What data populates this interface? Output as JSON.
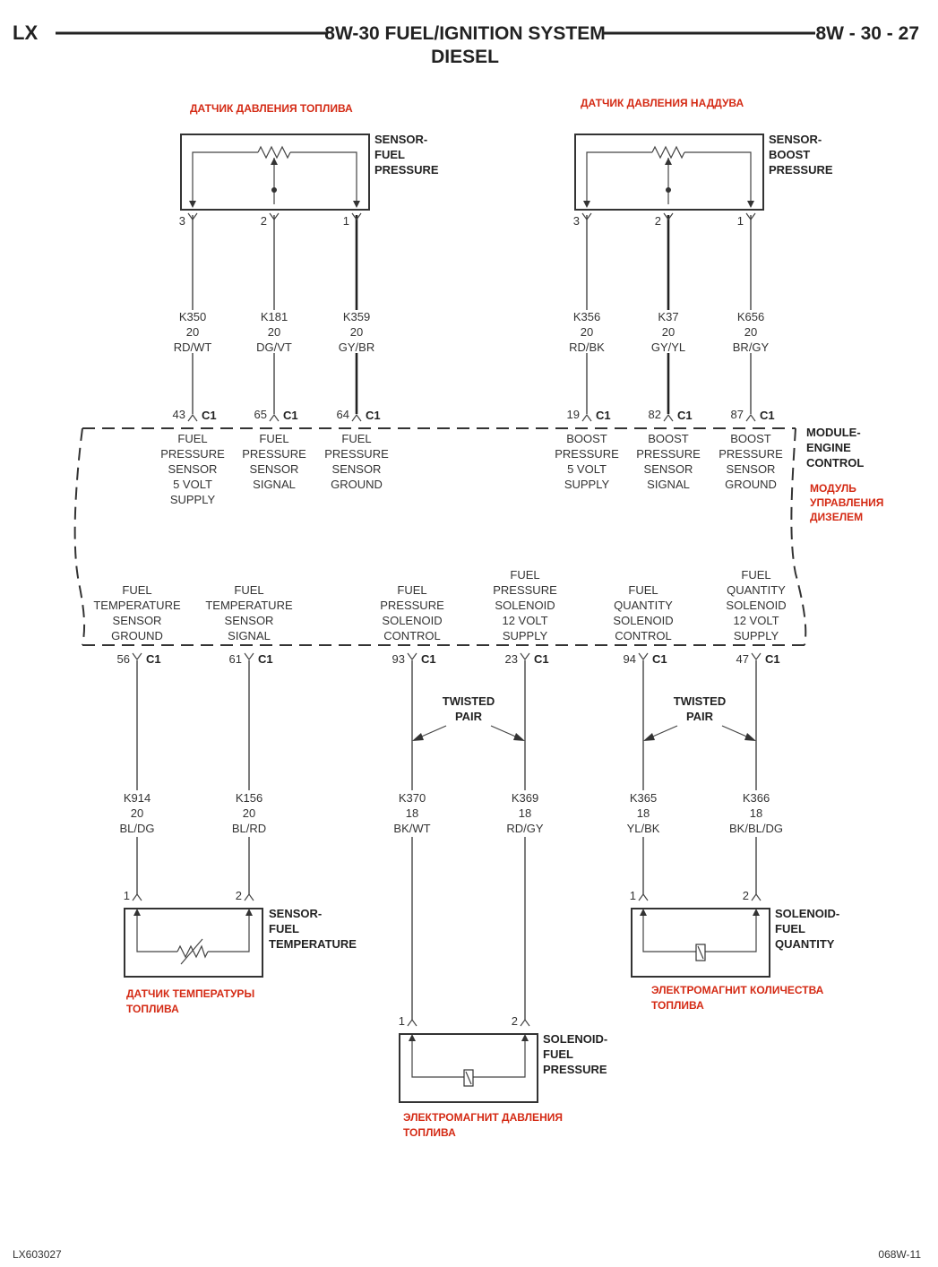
{
  "header": {
    "left": "LX",
    "title": "8W-30 FUEL/IGNITION SYSTEM",
    "subtitle": "DIESEL",
    "right": "8W - 30 - 27"
  },
  "footer": {
    "left": "LX603027",
    "right": "068W-11"
  },
  "module": {
    "name_lines": [
      "MODULE-",
      "ENGINE",
      "CONTROL"
    ],
    "ru_lines": [
      "МОДУЛЬ",
      "УПРАВЛЕНИЯ",
      "ДИЗЕЛЕМ"
    ]
  },
  "connector_label": "C1",
  "top_components": [
    {
      "name_lines": [
        "SENSOR-",
        "FUEL",
        "PRESSURE"
      ],
      "ru_lines": [
        "ДАТЧИК ДАВЛЕНИЯ ТОПЛИВА"
      ]
    },
    {
      "name_lines": [
        "SENSOR-",
        "BOOST",
        "PRESSURE"
      ],
      "ru_lines": [
        "ДАТЧИК ДАВЛЕНИЯ НАДДУВА"
      ]
    }
  ],
  "top_circuits": [
    {
      "sensor_pin": "3",
      "wire_lines": [
        "K350",
        "20",
        "RD/WT"
      ],
      "ecm_pin": "43",
      "function_lines": [
        "FUEL",
        "PRESSURE",
        "SENSOR",
        "5 VOLT",
        "SUPPLY"
      ]
    },
    {
      "sensor_pin": "2",
      "wire_lines": [
        "K181",
        "20",
        "DG/VT"
      ],
      "ecm_pin": "65",
      "function_lines": [
        "FUEL",
        "PRESSURE",
        "SENSOR",
        "SIGNAL"
      ]
    },
    {
      "sensor_pin": "1",
      "wire_lines": [
        "K359",
        "20",
        "GY/BR"
      ],
      "ecm_pin": "64",
      "function_lines": [
        "FUEL",
        "PRESSURE",
        "SENSOR",
        "GROUND"
      ]
    },
    {
      "sensor_pin": "3",
      "wire_lines": [
        "K356",
        "20",
        "RD/BK"
      ],
      "ecm_pin": "19",
      "function_lines": [
        "BOOST",
        "PRESSURE",
        "5 VOLT",
        "SUPPLY"
      ]
    },
    {
      "sensor_pin": "2",
      "wire_lines": [
        "K37",
        "20",
        "GY/YL"
      ],
      "ecm_pin": "82",
      "function_lines": [
        "BOOST",
        "PRESSURE",
        "SENSOR",
        "SIGNAL"
      ]
    },
    {
      "sensor_pin": "1",
      "wire_lines": [
        "K656",
        "20",
        "BR/GY"
      ],
      "ecm_pin": "87",
      "function_lines": [
        "BOOST",
        "PRESSURE",
        "SENSOR",
        "GROUND"
      ]
    }
  ],
  "bottom_circuits": [
    {
      "function_lines": [
        "FUEL",
        "TEMPERATURE",
        "SENSOR",
        "GROUND"
      ],
      "ecm_pin": "56",
      "wire_lines": [
        "K914",
        "20",
        "BL/DG"
      ],
      "device_pin": "1"
    },
    {
      "function_lines": [
        "FUEL",
        "TEMPERATURE",
        "SENSOR",
        "SIGNAL"
      ],
      "ecm_pin": "61",
      "wire_lines": [
        "K156",
        "20",
        "BL/RD"
      ],
      "device_pin": "2"
    },
    {
      "function_lines": [
        "FUEL",
        "PRESSURE",
        "SOLENOID",
        "CONTROL"
      ],
      "ecm_pin": "93",
      "wire_lines": [
        "K370",
        "18",
        "BK/WT"
      ],
      "device_pin": "1"
    },
    {
      "function_lines": [
        "FUEL",
        "PRESSURE",
        "SOLENOID",
        "12 VOLT",
        "SUPPLY"
      ],
      "ecm_pin": "23",
      "wire_lines": [
        "K369",
        "18",
        "RD/GY"
      ],
      "device_pin": "2"
    },
    {
      "function_lines": [
        "FUEL",
        "QUANTITY",
        "SOLENOID",
        "CONTROL"
      ],
      "ecm_pin": "94",
      "wire_lines": [
        "K365",
        "18",
        "YL/BK"
      ],
      "device_pin": "1"
    },
    {
      "function_lines": [
        "FUEL",
        "QUANTITY",
        "SOLENOID",
        "12 VOLT",
        "SUPPLY"
      ],
      "ecm_pin": "47",
      "wire_lines": [
        "K366",
        "18",
        "BK/BL/DG"
      ],
      "device_pin": "2"
    }
  ],
  "twisted_pair_lines": [
    "TWISTED",
    "PAIR"
  ],
  "bottom_components": [
    {
      "name_lines": [
        "SENSOR-",
        "FUEL",
        "TEMPERATURE"
      ],
      "ru_lines": [
        "ДАТЧИК ТЕМПЕРАТУРЫ",
        "ТОПЛИВА"
      ]
    },
    {
      "name_lines": [
        "SOLENOID-",
        "FUEL",
        "PRESSURE"
      ],
      "ru_lines": [
        "ЭЛЕКТРОМАГНИТ ДАВЛЕНИЯ",
        "ТОПЛИВА"
      ]
    },
    {
      "name_lines": [
        "SOLENOID-",
        "FUEL",
        "QUANTITY"
      ],
      "ru_lines": [
        "ЭЛЕКТРОМАГНИТ КОЛИЧЕСТВА",
        "ТОПЛИВА"
      ]
    }
  ]
}
